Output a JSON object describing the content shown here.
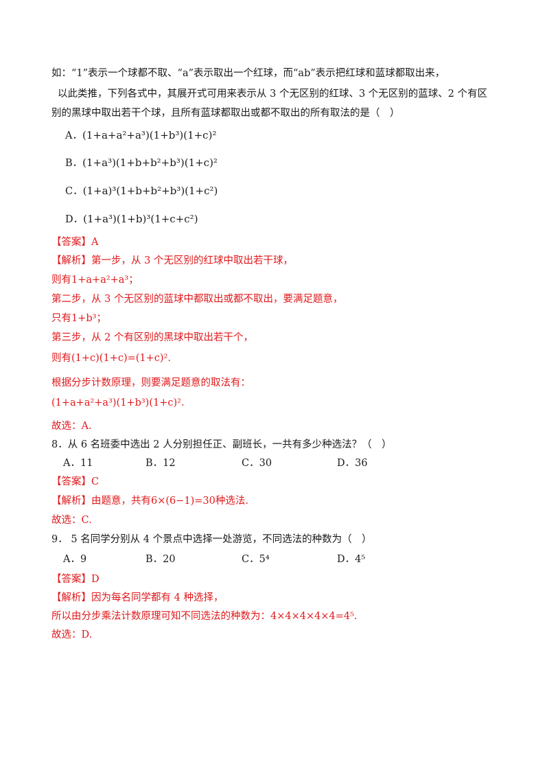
{
  "intro": {
    "line1": "如：“1”表示一个球都不取、“a”表示取出一个红球，而“ab”表示把红球和蓝球都取出来，",
    "line2": "以此类推，下列各式中，其展开式可用来表示从 3 个无区别的红球、3 个无区别的蓝球、2 个有区",
    "line3": "别的黑球中取出若干个球，且所有蓝球都取出或都不取出的所有取法的是（　）"
  },
  "q7_options": [
    {
      "label": "A．",
      "expr": "(1+a+a²+a³)(1+b³)(1+c)²"
    },
    {
      "label": "B．",
      "expr": "(1+a³)(1+b+b²+b³)(1+c)²"
    },
    {
      "label": "C．",
      "expr": "(1+a)³(1+b+b²+b³)(1+c²)"
    },
    {
      "label": "D．",
      "expr": "(1+a³)(1+b)³(1+c+c²)"
    }
  ],
  "q7_answer": "【答案】A",
  "q7_solution": {
    "line1": "【解析】第一步，从 3 个无区别的红球中取出若干球，",
    "line2": "则有1+a+a²+a³；",
    "line3": "第二步，从 3 个无区别的蓝球中都取出或都不取出，要满足题意，",
    "line4": "只有1+b³；",
    "line5": "第三步，从 2 个有区别的黑球中取出若干个，",
    "line6": "则有(1+c)(1+c)=(1+c)².",
    "line7": "根据分步计数原理，则要满足题意的取法有：",
    "line8": "(1+a+a²+a³)(1+b³)(1+c)².",
    "line9": "故选：A."
  },
  "q8": {
    "stem": "8．从 6 名班委中选出 2 人分别担任正、副班长，一共有多少种选法？（　）",
    "options": [
      {
        "label": "A．11"
      },
      {
        "label": "B．12"
      },
      {
        "label": "C．30"
      },
      {
        "label": "D．36"
      }
    ],
    "answer": "【答案】C",
    "solution": "【解析】由题意，共有6×(6−1)=30种选法.",
    "conclusion": "故选：C."
  },
  "q9": {
    "stem": "9． 5 名同学分别从 4 个景点中选择一处游览，不同选法的种数为（　）",
    "options": [
      {
        "label": "A．9"
      },
      {
        "label": "B．20"
      },
      {
        "label": "C．5⁴"
      },
      {
        "label": "D．4⁵"
      }
    ],
    "answer": "【答案】D",
    "solution1": "【解析】因为每名同学都有 4 种选择，",
    "solution2": "所以由分步乘法计数原理可知不同选法的种数为：4×4×4×4×4=4⁵.",
    "conclusion": "故选：D."
  },
  "colors": {
    "text": "#1a1a1a",
    "answer_red": "#e0191c"
  }
}
